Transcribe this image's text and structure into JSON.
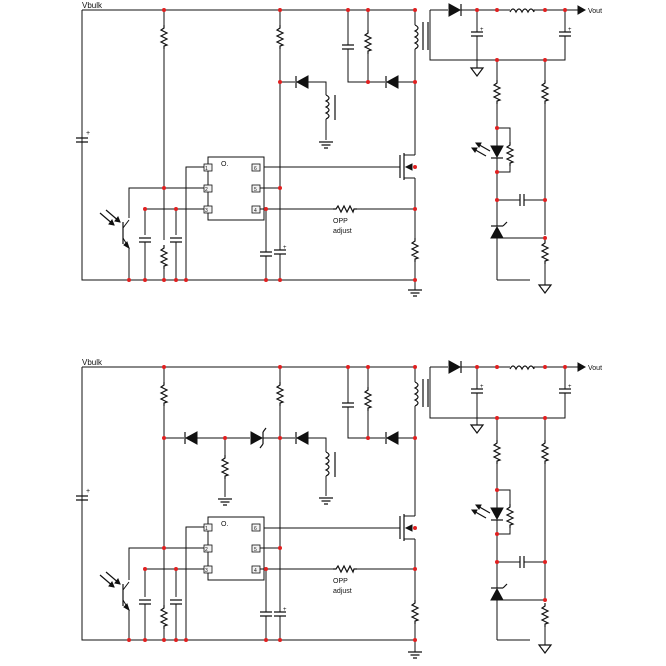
{
  "colors": {
    "wire": "#111111",
    "node": "#e02020",
    "background": "#ffffff"
  },
  "circuits": [
    {
      "vbulk": "Vbulk",
      "vout": "Vout",
      "opp": "OPP",
      "adjust": "adjust",
      "pins": [
        "1",
        "2",
        "3",
        "6",
        "5",
        "4"
      ],
      "chip_mark": "O.",
      "cap_plus": "+"
    },
    {
      "vbulk": "Vbulk",
      "vout": "Vout",
      "opp": "OPP",
      "adjust": "adjust",
      "pins": [
        "1",
        "2",
        "3",
        "6",
        "5",
        "4"
      ],
      "chip_mark": "O.",
      "cap_plus": "+"
    }
  ]
}
